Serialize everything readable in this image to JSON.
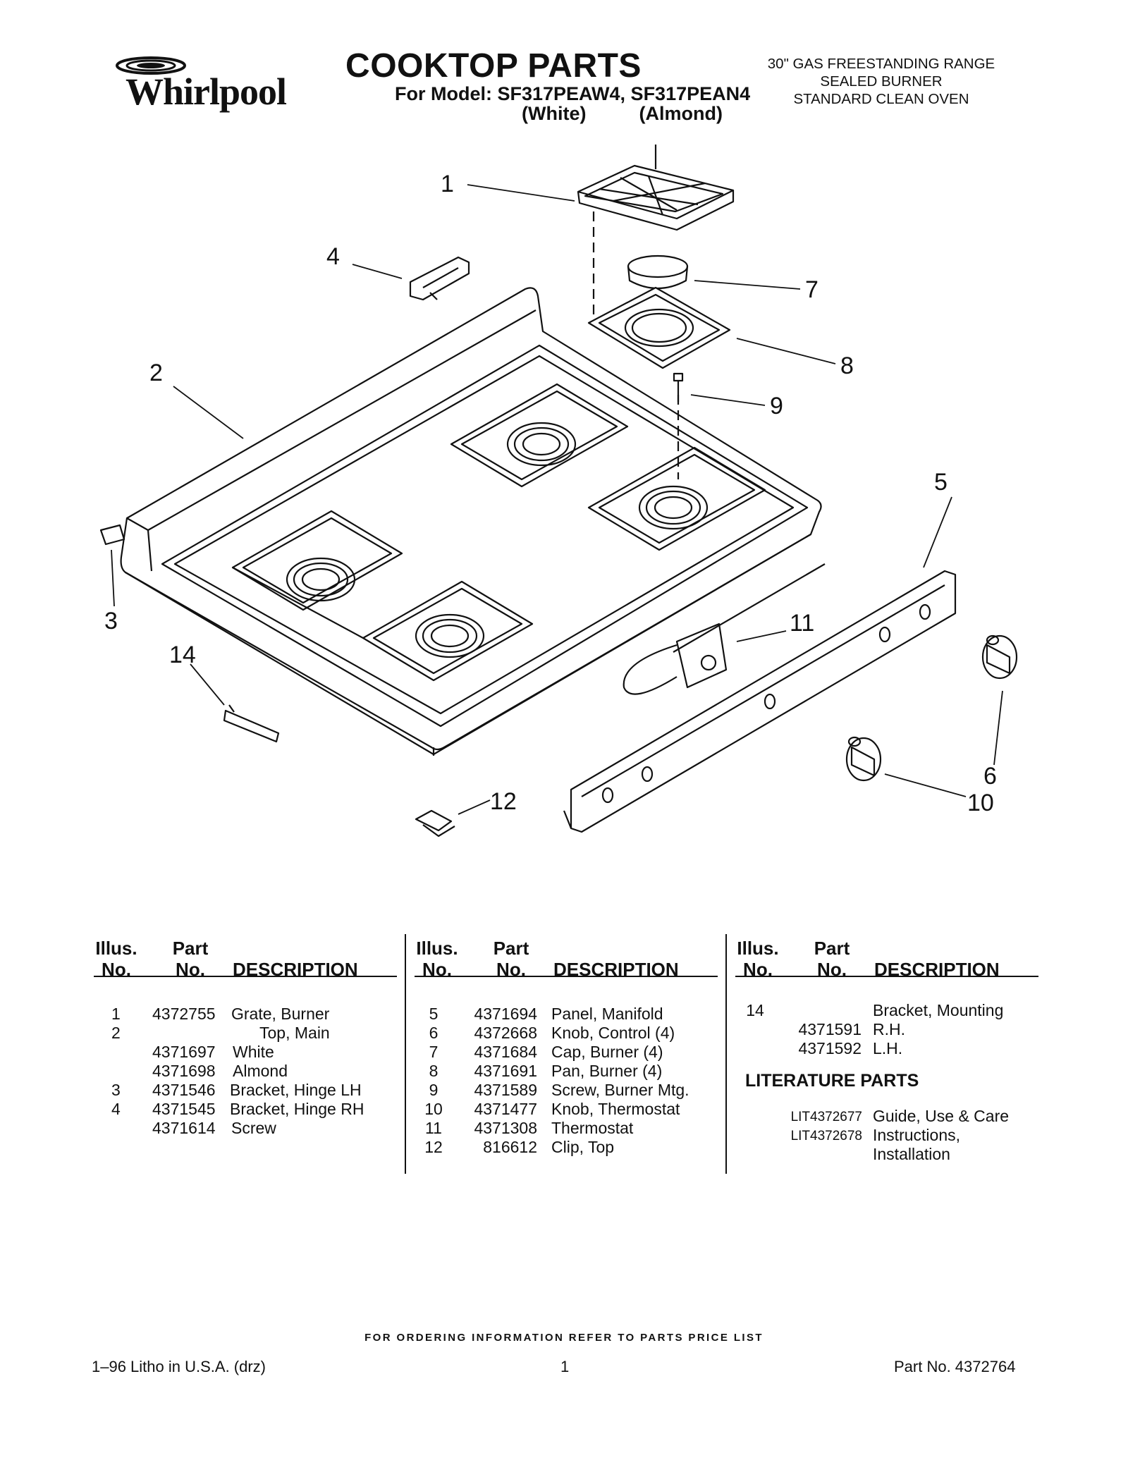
{
  "brand": "Whirlpool",
  "title": "COOKTOP PARTS",
  "model_line": "For Model: SF317PEAW4, SF317PEAN4",
  "variant_white": "(White)",
  "variant_almond": "(Almond)",
  "header_right": [
    "30\" GAS FREESTANDING RANGE",
    "SEALED BURNER",
    "STANDARD CLEAN OVEN"
  ],
  "callouts": [
    "1",
    "2",
    "3",
    "4",
    "5",
    "6",
    "7",
    "8",
    "9",
    "10",
    "11",
    "12",
    "14"
  ],
  "table_headers": {
    "illus_1": "Illus.",
    "illus_2": "No.",
    "part_1": "Part",
    "part_2": "No.",
    "description": "DESCRIPTION"
  },
  "columns": {
    "left": [
      {
        "illus": "1",
        "part": "4372755",
        "desc": "Grate, Burner"
      },
      {
        "illus": "2",
        "part": "",
        "desc": "Top, Main"
      },
      {
        "illus": "",
        "part": "4371697",
        "desc": "White"
      },
      {
        "illus": "",
        "part": "4371698",
        "desc": "Almond"
      },
      {
        "illus": "3",
        "part": "4371546",
        "desc": "Bracket, Hinge LH"
      },
      {
        "illus": "4",
        "part": "4371545",
        "desc": "Bracket, Hinge RH"
      },
      {
        "illus": "",
        "part": "4371614",
        "desc": "Screw"
      }
    ],
    "middle": [
      {
        "illus": "5",
        "part": "4371694",
        "desc": "Panel, Manifold"
      },
      {
        "illus": "6",
        "part": "4372668",
        "desc": "Knob, Control (4)"
      },
      {
        "illus": "7",
        "part": "4371684",
        "desc": "Cap, Burner (4)"
      },
      {
        "illus": "8",
        "part": "4371691",
        "desc": "Pan, Burner (4)"
      },
      {
        "illus": "9",
        "part": "4371589",
        "desc": "Screw, Burner Mtg."
      },
      {
        "illus": "10",
        "part": "4371477",
        "desc": "Knob, Thermostat"
      },
      {
        "illus": "11",
        "part": "4371308",
        "desc": "Thermostat"
      },
      {
        "illus": "12",
        "part": "816612",
        "desc": "Clip, Top"
      }
    ],
    "right": [
      {
        "illus": "14",
        "part": "",
        "desc": "Bracket, Mounting"
      },
      {
        "illus": "",
        "part": "4371591",
        "desc": "R.H."
      },
      {
        "illus": "",
        "part": "4371592",
        "desc": "L.H."
      }
    ]
  },
  "literature_heading": "LITERATURE PARTS",
  "literature": [
    {
      "part": "LIT4372677",
      "desc": "Guide, Use & Care"
    },
    {
      "part": "LIT4372678",
      "desc": "Instructions,"
    },
    {
      "part": "",
      "desc": "Installation"
    }
  ],
  "ordering_note": "FOR ORDERING INFORMATION REFER TO PARTS PRICE LIST",
  "footer_left": "1–96 Litho in U.S.A. (drz)",
  "footer_center": "1",
  "footer_right": "Part No. 4372764"
}
